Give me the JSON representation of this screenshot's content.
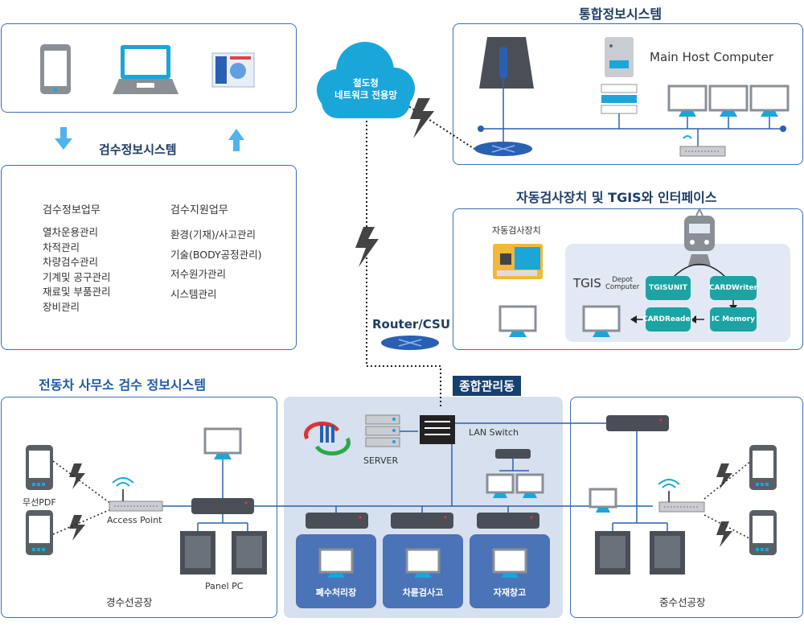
{
  "top_left": {
    "section_title": "검수정보시스템",
    "box": {
      "col1_heading": "검수정보업무",
      "col1_items": [
        "열차운용관리",
        "차적관리",
        "차량검수관리",
        "기계및 공구관리",
        "재료및 부품관리",
        "장비관리"
      ],
      "col2_heading": "검수지원업무",
      "col2_items": [
        "환경(기재)/사고관리",
        "기술(BODY공정관리)",
        "저수원가관리",
        "시스템관리"
      ]
    }
  },
  "cloud": {
    "line1": "철도청",
    "line2": "네트워크 전용망"
  },
  "integrated": {
    "title": "통합정보시스템",
    "host_label": "Main Host Computer"
  },
  "auto_inspect": {
    "title": "자동검사장치 및 TGIS와 인터페이스",
    "device_label": "자동검사장치",
    "tgis_label": "TGIS",
    "depot_line1": "Depot",
    "depot_line2": "Computer",
    "tgis_unit": [
      "TGIS",
      "UNIT"
    ],
    "card_writer": [
      "CARD",
      "Writer"
    ],
    "card_reader": [
      "CARD",
      "Reader"
    ],
    "ic_memory": "IC Memory"
  },
  "router_label": "Router/CSU",
  "office": {
    "title": "전동차 사무소 검수 정보시스템",
    "pda_label": "무선PDF",
    "ap_label": "Access Point",
    "panel_pc_label": "Panel PC",
    "factory_label": "경수선공장"
  },
  "center": {
    "tag": "종합관리동",
    "server_label": "SERVER",
    "switch_label": "LAN Switch",
    "rooms": [
      "폐수처리장",
      "차륜검사고",
      "자재창고"
    ]
  },
  "right_factory": {
    "label": "중수선공장"
  },
  "colors": {
    "accent": "#1f5aa6",
    "cloud": "#1aa6d9",
    "teal": "#1ca3a3",
    "room": "#4a73b8",
    "center_bg": "#d6e0ee"
  }
}
